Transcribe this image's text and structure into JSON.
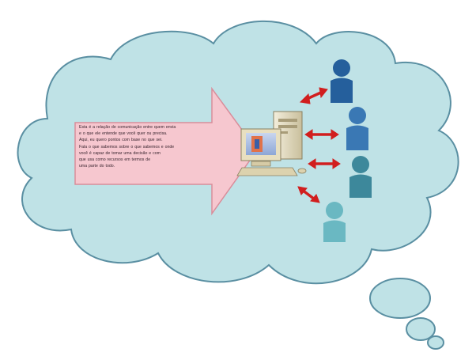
{
  "diagram": {
    "colors": {
      "cloud_fill": "#bfe2e6",
      "cloud_stroke": "#5a8fa2",
      "arrow_fill": "#f6c7cf",
      "arrow_stroke": "#d98d9a",
      "connector_red": "#d11e1e",
      "person_dark_blue": "#255f9c",
      "person_blue": "#3a78b4",
      "person_teal": "#3d889b",
      "person_light_teal": "#6ab8c2"
    },
    "callout_text": [
      "Esta é a relação de comunicação entre quem envia",
      "e o que ele entende que você quer ou precisa.",
      "Aqui, eu quero pontos com base no que sei.",
      "Fala o que sabemos sobre o que sabemos e onde",
      "você é capaz de tomar uma decisão e com",
      "que usa como recursos em termos de",
      "uma parte do todo."
    ],
    "icons": [
      "computer-icon",
      "person-icon"
    ]
  }
}
